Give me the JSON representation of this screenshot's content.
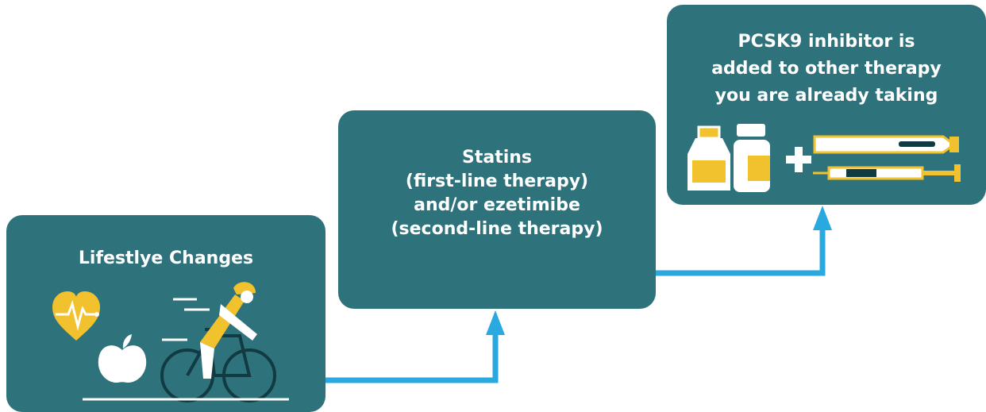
{
  "steps": [
    {
      "title": "Lifestlye Changes"
    },
    {
      "lines": [
        "Statins",
        "(first-line therapy)",
        "and/or ezetimibe",
        "(second-line therapy)"
      ]
    },
    {
      "lines": [
        "PCSK9 inhibitor is",
        "added to other therapy",
        "you are already taking"
      ]
    }
  ],
  "icons": {
    "step1": [
      "heart-pulse-icon",
      "apple-icon",
      "cyclist-icon"
    ],
    "step3": [
      "pill-bottle-icon",
      "pill-bottle-icon",
      "plus-icon",
      "auto-injector-pen-icon",
      "syringe-icon"
    ]
  },
  "colors": {
    "box": "#2e727c",
    "text": "#ffffff",
    "arrow": "#2aa9e0",
    "accent": "#f2c12e"
  }
}
